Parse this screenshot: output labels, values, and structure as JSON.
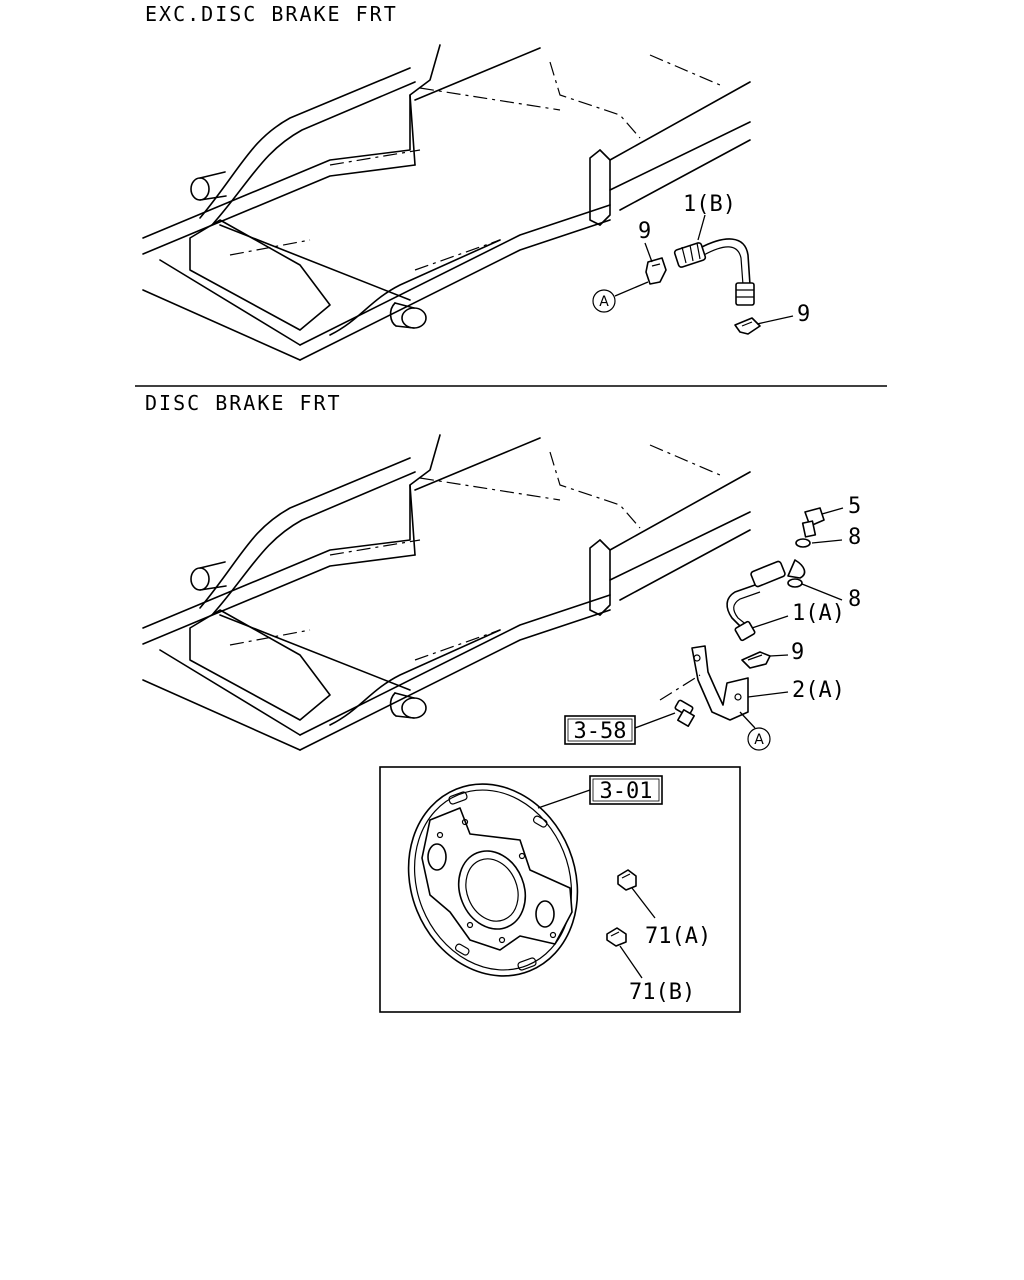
{
  "sections": {
    "exc_disc": {
      "title": "EXC.DISC BRAKE FRT",
      "callouts": {
        "hose": "1(B)",
        "clip_upper": "9",
        "clip_lower": "9",
        "marker": "A"
      }
    },
    "disc": {
      "title": "DISC BRAKE FRT",
      "callouts": {
        "bolt": "5",
        "washer_upper": "8",
        "washer_lower": "8",
        "hose": "1(A)",
        "clip": "9",
        "bracket": "2(A)",
        "marker": "A",
        "bolt_ref": "3-58"
      }
    },
    "detail": {
      "callouts": {
        "backing_plate_ref": "3-01",
        "part_a": "71(A)",
        "part_b": "71(B)"
      }
    }
  }
}
